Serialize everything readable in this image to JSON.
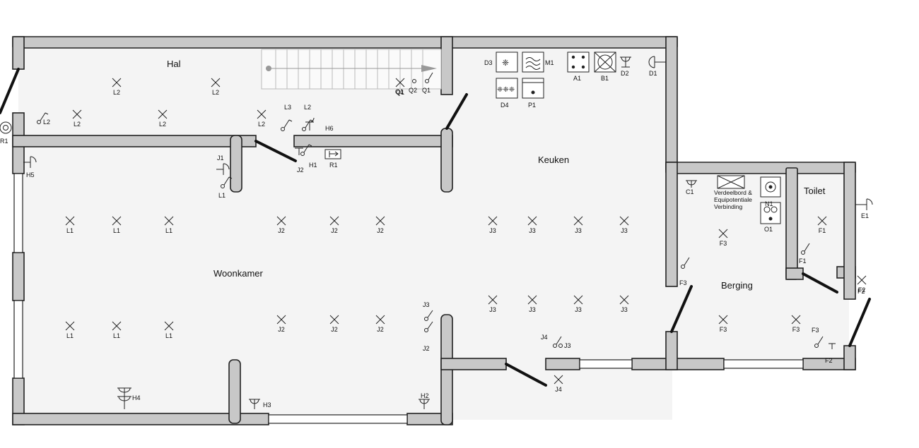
{
  "rooms": {
    "hal": "Hal",
    "keuken": "Keuken",
    "woonkamer": "Woonkamer",
    "berging": "Berging",
    "toilet": "Toilet"
  },
  "labels": {
    "L1": "L1",
    "L2": "L2",
    "L3": "L3",
    "J1": "J1",
    "J2": "J2",
    "J3": "J3",
    "J4": "J4",
    "H1": "H1",
    "H2": "H2",
    "H3": "H3",
    "H4": "H4",
    "H5": "H5",
    "H6": "H6",
    "R1": "R1",
    "Q1": "Q1",
    "Q2": "Q2",
    "D1": "D1",
    "D2": "D2",
    "D3": "D3",
    "D4": "D4",
    "M1": "M1",
    "A1": "A1",
    "B1": "B1",
    "P1": "P1",
    "C1": "C1",
    "N1": "N1",
    "O1": "O1",
    "E1": "E1",
    "F1": "F1",
    "F2": "F2",
    "F3": "F3"
  },
  "verdeelbord": [
    "Verdeelbord &",
    "Equipotentiale",
    "Verbinding"
  ]
}
